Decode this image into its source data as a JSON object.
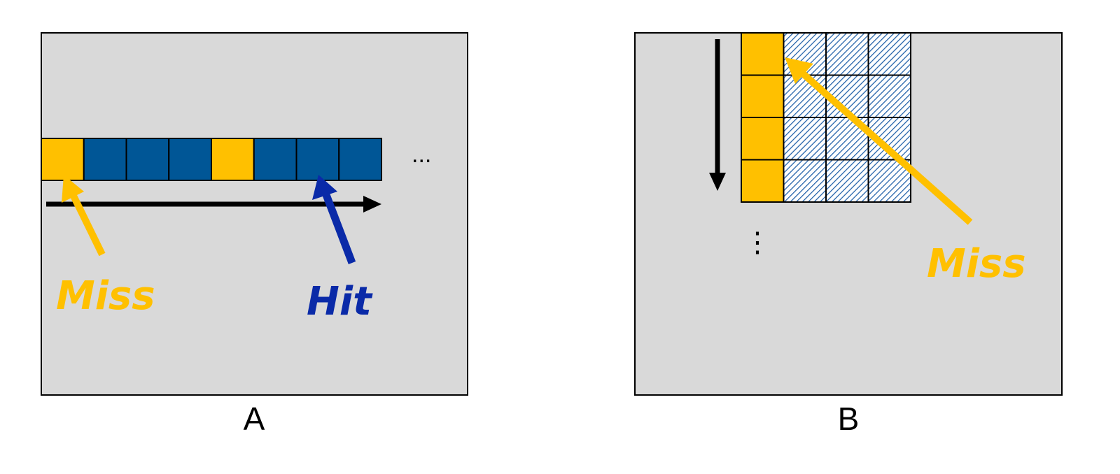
{
  "colors": {
    "panel_bg": "#d9d9d9",
    "border": "#000000",
    "cached_cell": "#ffc000",
    "data_cell": "#005696",
    "miss": "#ffc000",
    "hit": "#0a2aa8",
    "hatch": "#1f5fa8"
  },
  "panel_a": {
    "label": "A",
    "cells": [
      "cached",
      "data",
      "data",
      "data",
      "cached",
      "data",
      "data",
      "data"
    ],
    "ellipsis": "...",
    "miss_label": "Miss",
    "hit_label": "Hit",
    "scan_direction": "horizontal"
  },
  "panel_b": {
    "label": "B",
    "grid_rows": 4,
    "grid_cols": 4,
    "first_column": "cached",
    "other_columns": "hatched",
    "ellipsis": "⋮",
    "miss_label": "Miss",
    "scan_direction": "vertical"
  },
  "icons": [
    "arrow-right-icon",
    "arrow-down-icon",
    "miss-arrow-icon",
    "hit-arrow-icon"
  ]
}
